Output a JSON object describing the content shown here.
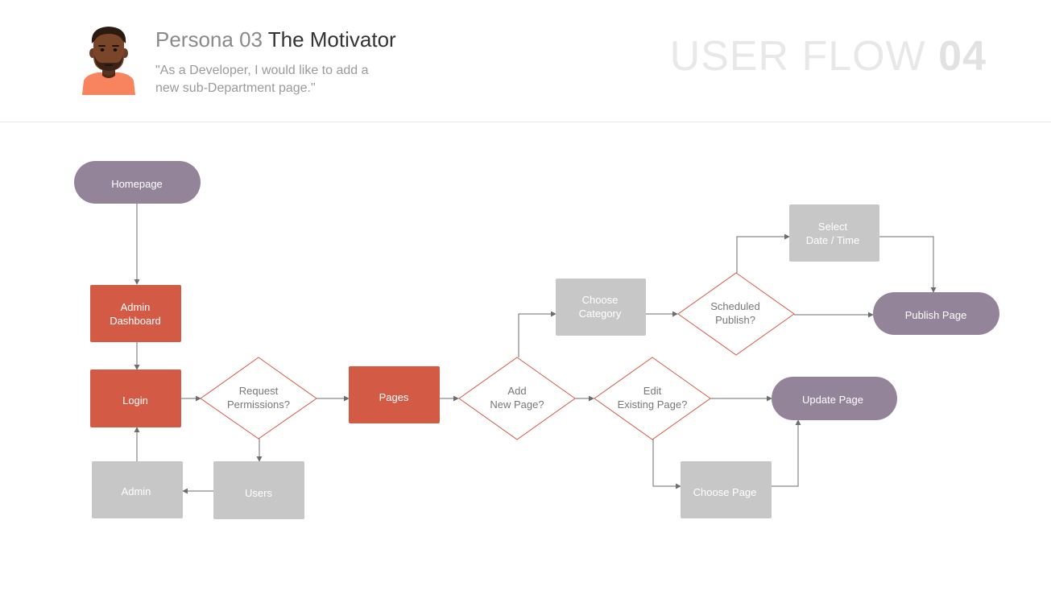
{
  "persona": {
    "prefix": "Persona 03",
    "name": "The Motivator",
    "quote_line1": "\"As a Developer, I would like to add a",
    "quote_line2": "new sub-Department page.\""
  },
  "flow_title": {
    "text": "USER FLOW",
    "number": "04"
  },
  "colors": {
    "terminal": "#938499",
    "action": "#d35a45",
    "step": "#c7c7c7",
    "decision_stroke": "#d35a45",
    "connector": "#6d6d6d"
  },
  "nodes": {
    "homepage": {
      "lines": [
        "Homepage"
      ]
    },
    "admin_dashboard": {
      "lines": [
        "Admin",
        "Dashboard"
      ]
    },
    "login": {
      "lines": [
        "Login"
      ]
    },
    "admin": {
      "lines": [
        "Admin"
      ]
    },
    "request_permissions": {
      "lines": [
        "Request",
        "Permissions?"
      ]
    },
    "users": {
      "lines": [
        "Users"
      ]
    },
    "pages": {
      "lines": [
        "Pages"
      ]
    },
    "add_new_page": {
      "lines": [
        "Add",
        "New Page?"
      ]
    },
    "choose_category": {
      "lines": [
        "Choose",
        "Category"
      ]
    },
    "scheduled_publish": {
      "lines": [
        "Scheduled",
        "Publish?"
      ]
    },
    "select_date_time": {
      "lines": [
        "Select",
        "Date / Time"
      ]
    },
    "publish_page": {
      "lines": [
        "Publish Page"
      ]
    },
    "edit_existing_page": {
      "lines": [
        "Edit",
        "Existing Page?"
      ]
    },
    "update_page": {
      "lines": [
        "Update Page"
      ]
    },
    "choose_page": {
      "lines": [
        "Choose Page"
      ]
    }
  }
}
